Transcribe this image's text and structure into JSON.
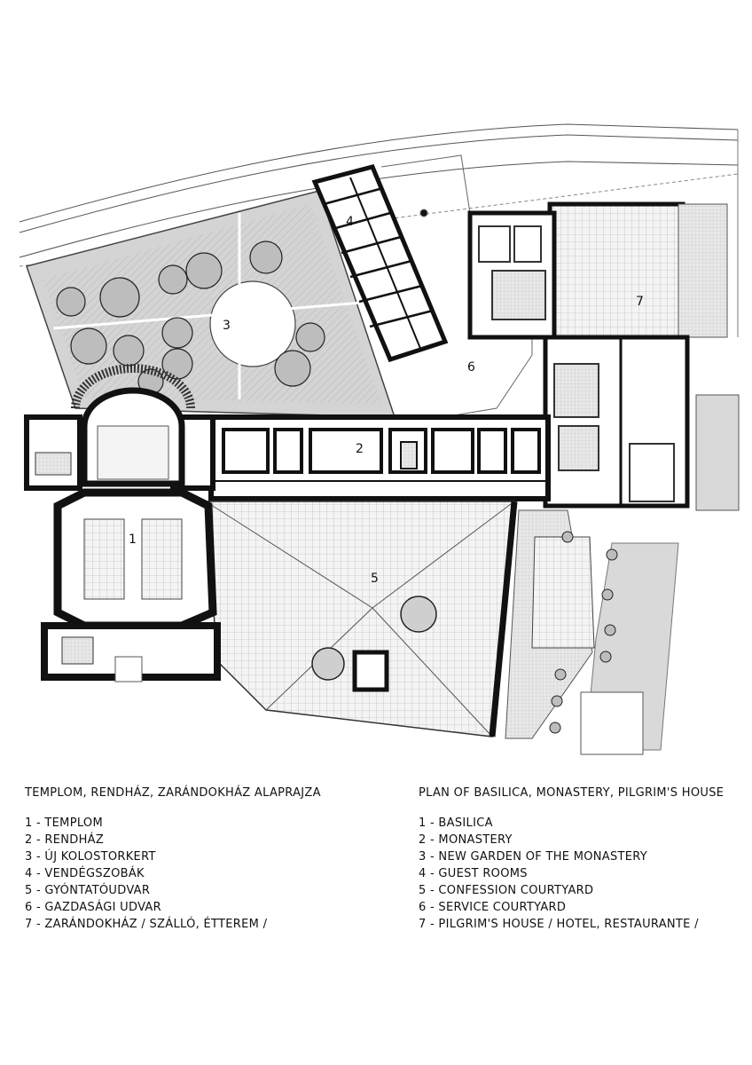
{
  "plan": {
    "area_numbers": [
      "1",
      "2",
      "3",
      "4",
      "5",
      "6",
      "7"
    ]
  },
  "legend_hu": {
    "title": "TEMPLOM, RENDHÁZ, ZARÁNDOKHÁZ ALAPRAJZA",
    "items": [
      "1 - TEMPLOM",
      "2 - RENDHÁZ",
      "3 - ÚJ KOLOSTORKERT",
      "4 - VENDÉGSZOBÁK",
      "5 - GYÓNTATÓUDVAR",
      "6 - GAZDASÁGI UDVAR",
      "7 - ZARÁNDOKHÁZ / SZÁLLÓ, ÉTTEREM /"
    ]
  },
  "legend_en": {
    "title": "PLAN OF BASILICA, MONASTERY, PILGRIM'S HOUSE",
    "items": [
      "1 - BASILICA",
      "2 - MONASTERY",
      "3 - NEW GARDEN OF THE MONASTERY",
      "4 - GUEST ROOMS",
      "5 - CONFESSION COURTYARD",
      "6 - SERVICE COURTYARD",
      "7 - PILGRIM'S HOUSE / HOTEL, RESTAURANTE /"
    ]
  }
}
